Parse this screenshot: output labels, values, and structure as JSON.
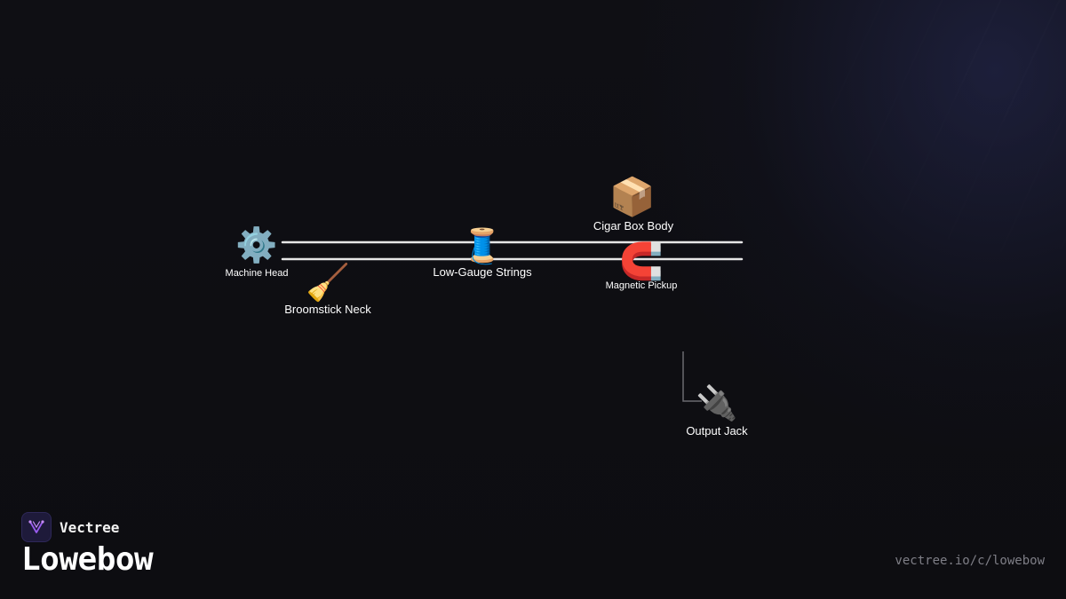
{
  "diagram": {
    "nodes": [
      {
        "id": "machine-head",
        "label": "Machine Head",
        "icon": "gear-icon",
        "glyph": "⚙️"
      },
      {
        "id": "broomstick-neck",
        "label": "Broomstick Neck",
        "icon": "broom-icon",
        "glyph": "🧹"
      },
      {
        "id": "low-gauge-strings",
        "label": "Low-Gauge Strings",
        "icon": "spool-icon",
        "glyph": "🧵"
      },
      {
        "id": "cigar-box-body",
        "label": "Cigar Box Body",
        "icon": "package-icon",
        "glyph": "📦"
      },
      {
        "id": "magnetic-pickup",
        "label": "Magnetic Pickup",
        "icon": "magnet-icon",
        "glyph": "🧲"
      },
      {
        "id": "output-jack",
        "label": "Output Jack",
        "icon": "plug-icon",
        "glyph": "🔌"
      }
    ],
    "colors": {
      "string": "#e6e6e6",
      "connector": "#6a6a70"
    }
  },
  "footer": {
    "brand_name": "Vectree",
    "title": "Lowebow",
    "url": "vectree.io/c/lowebow"
  }
}
